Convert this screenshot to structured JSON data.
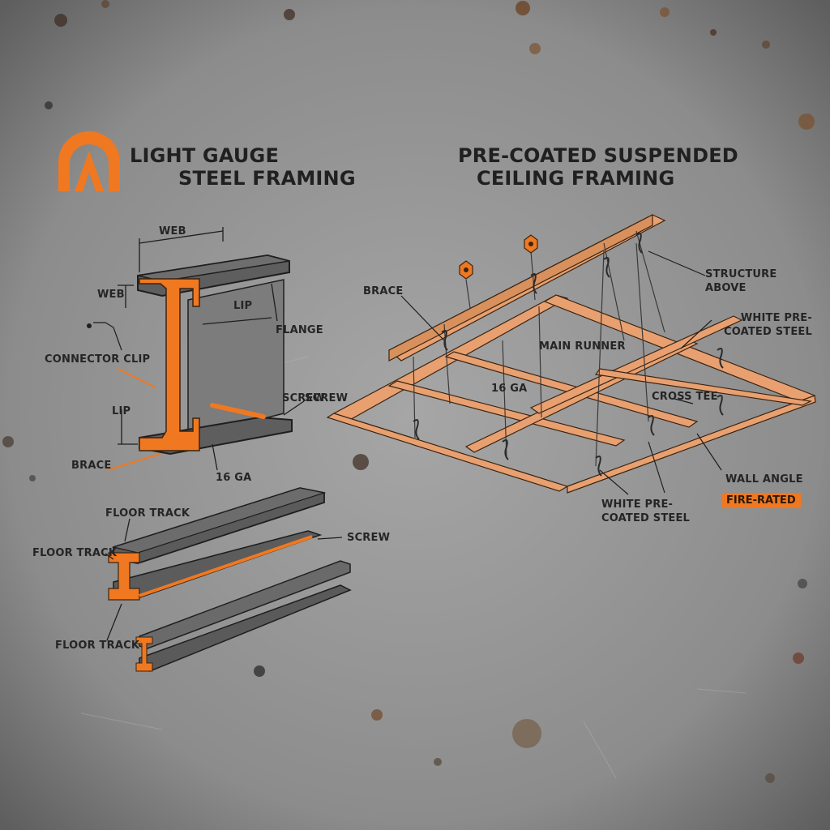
{
  "colors": {
    "background": "#8f8f8f",
    "accent": "#f07820",
    "steel_dark": "#5a5a5a",
    "ceiling_frame": "#e8a070",
    "ink": "#1b1b1b"
  },
  "logo": {
    "icon": "a-mark-logo-icon"
  },
  "left_panel": {
    "title_line1": "LIGHT GAUGE",
    "title_line2": "STEEL FRAMING",
    "labels": {
      "web_top": "WEB",
      "web_side": "WEB",
      "lip_top": "LIP",
      "flange": "FLANGE",
      "connector_clip": "CONNECTOR CLIP",
      "lip_side": "LIP",
      "screw_top": "SCREW",
      "brace": "BRACE",
      "gauge": "16 GA",
      "floor_track_1": "FLOOR TRACK",
      "floor_track_2": "FLOOR TRACK",
      "screw_track": "SCREW",
      "floor_track_3": "FLOOR TRACK"
    }
  },
  "right_panel": {
    "title_line1": "PRE-COATED SUSPENDED",
    "title_line2": "CEILING FRAMING",
    "labels": {
      "structure_above": "STRUCTURE ABOVE",
      "white_precoated_top": "WHITE PRE-COATED STEEL",
      "brace": "BRACE",
      "main_runner": "MAIN RUNNER",
      "gauge": "16 GA",
      "cross_tee": "CROSS TEE",
      "screw": "SCREW",
      "wall_angle": "WALL ANGLE",
      "fire_rated": "FIRE-RATED",
      "white_precoated_bottom": "WHITE PRE-COATED STEEL"
    }
  }
}
